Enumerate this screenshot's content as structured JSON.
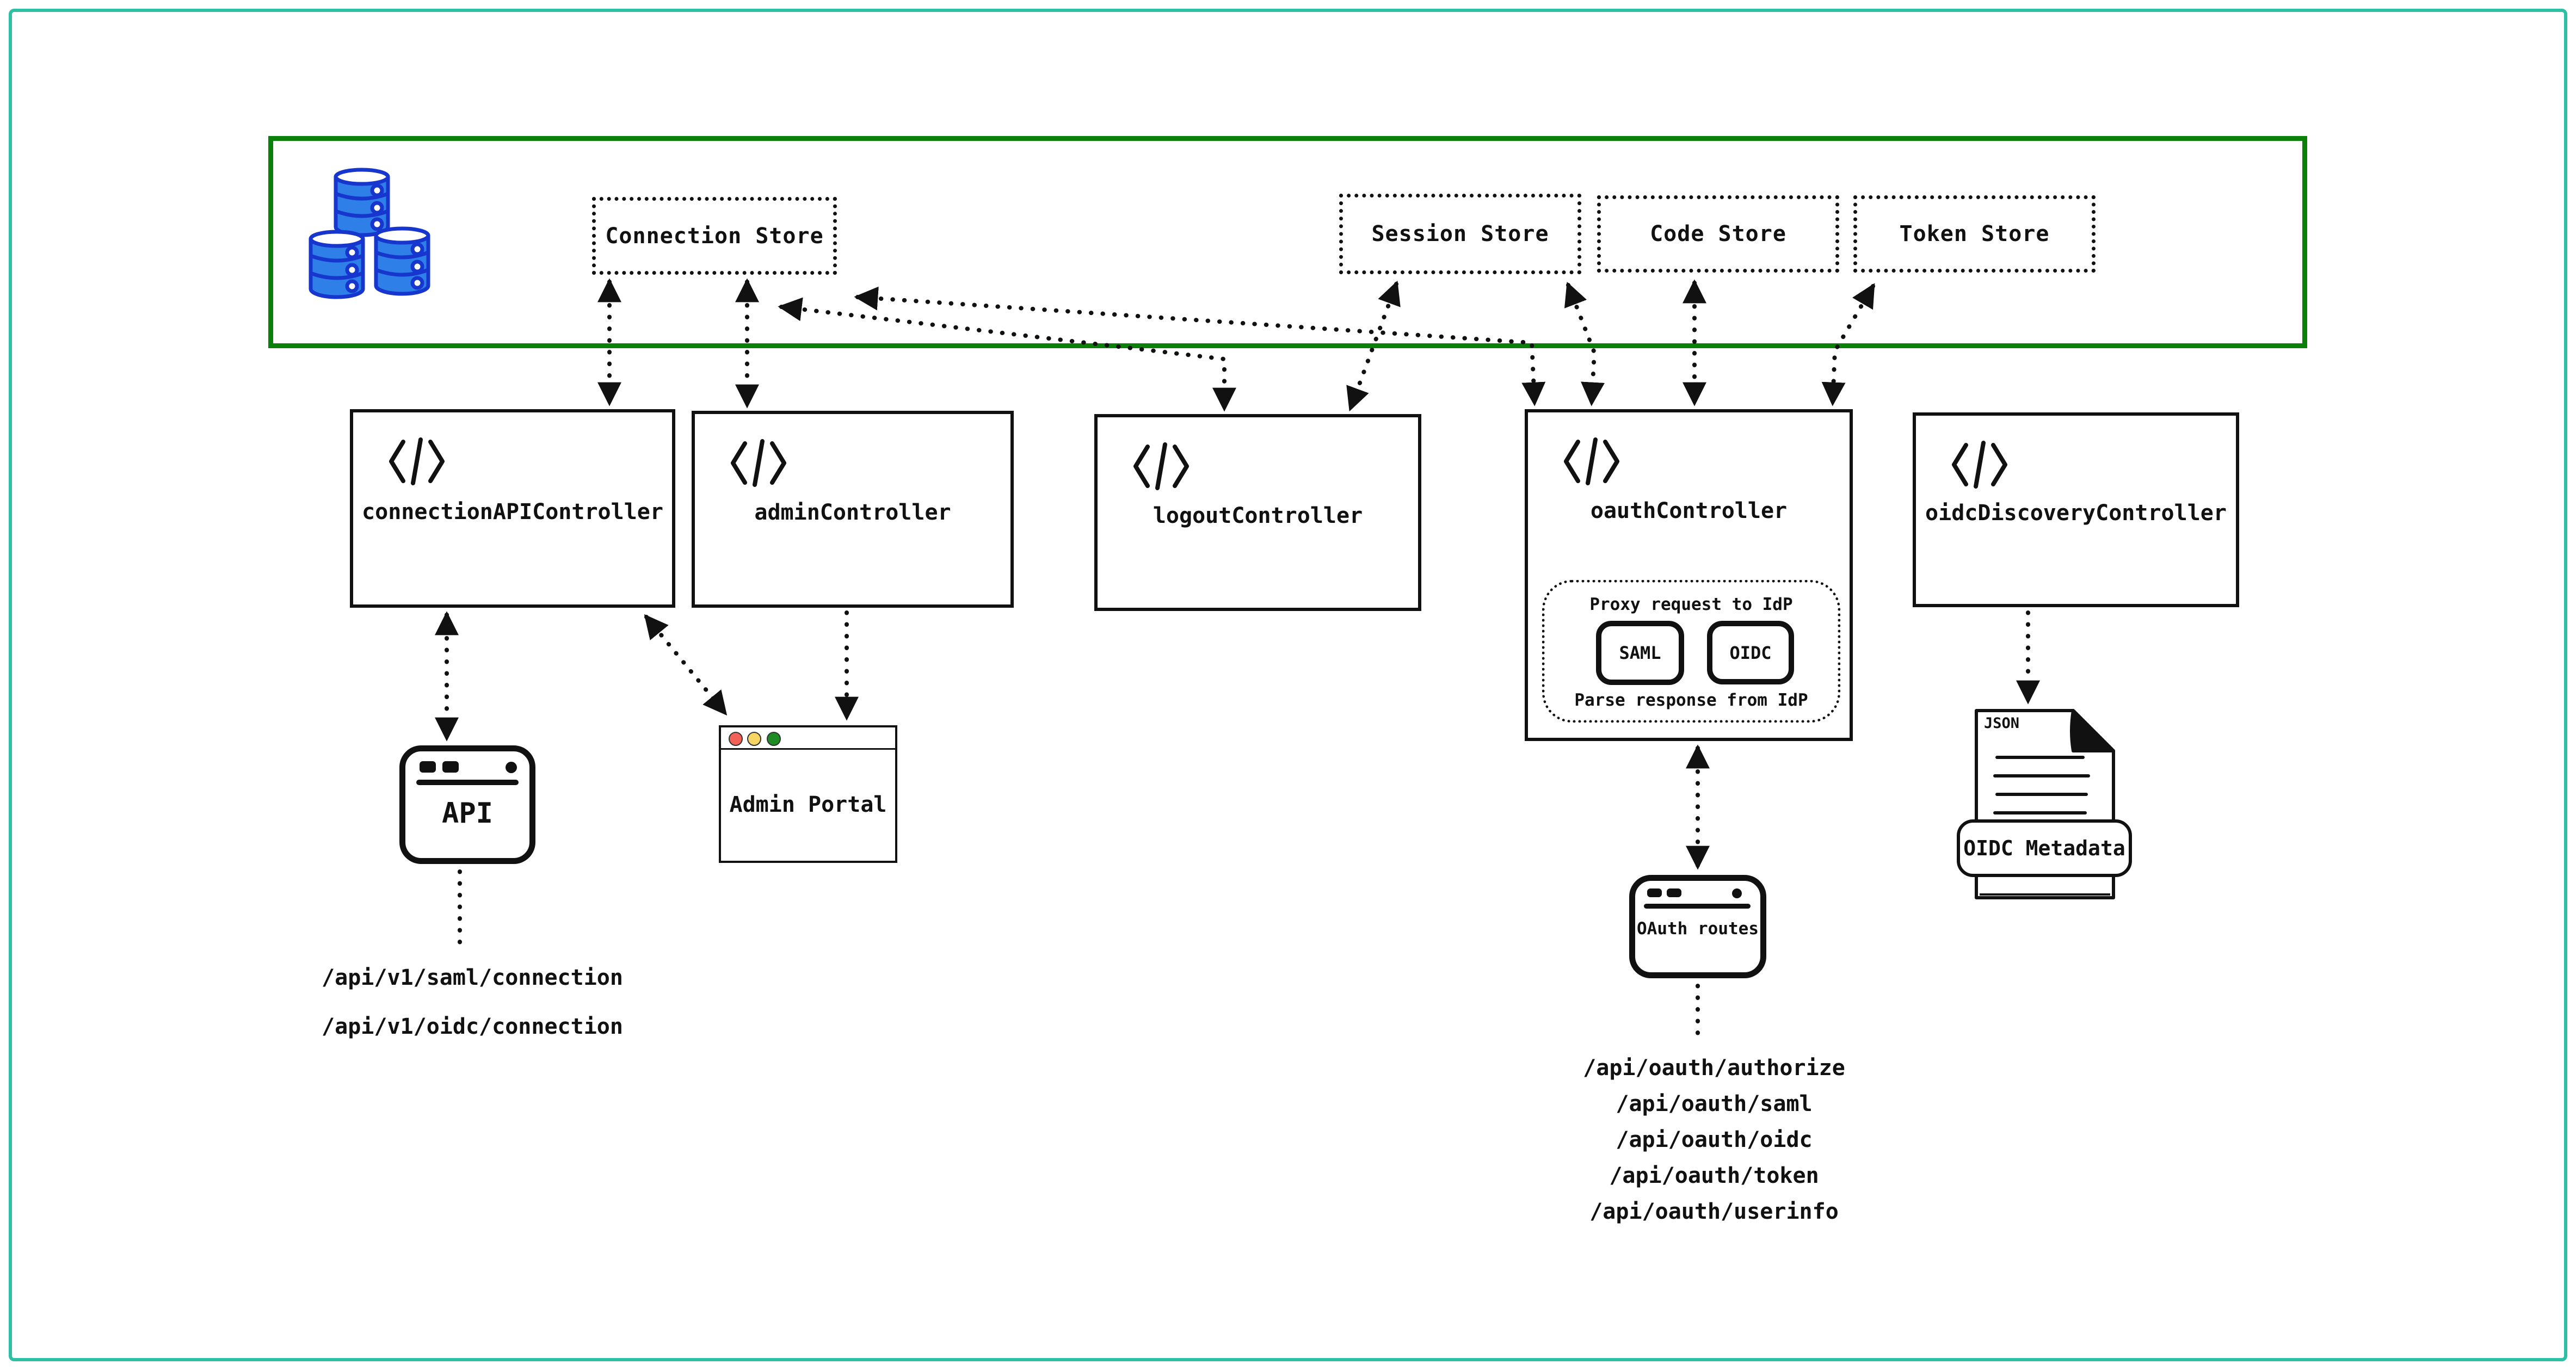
{
  "diagram": {
    "colors": {
      "frame": "#2ec0a5",
      "storage_layer_border": "#0a7f0a",
      "database_fill": "#2f7fe8",
      "database_stroke": "#1736ce",
      "ink": "#111111"
    },
    "storage_layer": {
      "stores": [
        {
          "label": "Connection Store"
        },
        {
          "label": "Session Store"
        },
        {
          "label": "Code Store"
        },
        {
          "label": "Token Store"
        }
      ]
    },
    "controllers": [
      {
        "label": "connectionAPIController"
      },
      {
        "label": "adminController"
      },
      {
        "label": "logoutController"
      },
      {
        "label": "oauthController"
      },
      {
        "label": "oidcDiscoveryController"
      }
    ],
    "idp_panel": {
      "title": "Proxy request to IdP",
      "protocols": [
        {
          "label": "SAML"
        },
        {
          "label": "OIDC"
        }
      ],
      "footer": "Parse response from IdP"
    },
    "api_window": {
      "label": "API"
    },
    "admin_portal": {
      "label": "Admin Portal",
      "traffic_lights": [
        "#f26158",
        "#f6d564",
        "#1f8b24"
      ]
    },
    "oauth_window": {
      "label": "OAuth routes"
    },
    "oidc_metadata": {
      "file_tag": "JSON",
      "banner": "OIDC Metadata"
    },
    "routes": {
      "connection_api": [
        "/api/v1/saml/connection",
        "/api/v1/oidc/connection"
      ],
      "oauth": [
        "/api/oauth/authorize",
        "/api/oauth/saml",
        "/api/oauth/oidc",
        "/api/oauth/token",
        "/api/oauth/userinfo"
      ]
    }
  }
}
